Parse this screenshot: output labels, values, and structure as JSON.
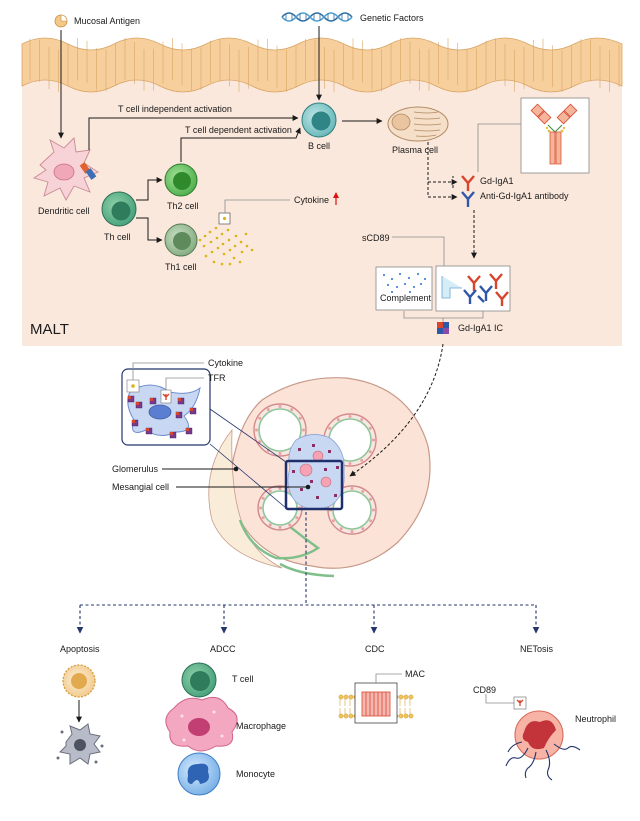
{
  "labels": {
    "mucosal_antigen": "Mucosal Antigen",
    "genetic_factors": "Genetic Factors",
    "t_independent": "T cell independent activation",
    "t_dependent": "T cell dependent activation",
    "b_cell": "B cell",
    "plasma_cell": "Plasma cell",
    "dendritic_cell": "Dendritic cell",
    "th_cell": "Th cell",
    "th2_cell": "Th2 cell",
    "th1_cell": "Th1 cell",
    "cytokine_top": "Cytokine",
    "gd_iga1": "Gd-IgA1",
    "anti_gd_iga1": "Anti-Gd-IgA1 antibody",
    "scd89": "sCD89",
    "complement": "Complement",
    "gd_iga1_ic": "Gd-IgA1 IC",
    "malt": "MALT",
    "cytokine_kidney": "Cytokine",
    "tfr": "TFR",
    "glomerulus": "Glomerulus",
    "mesangial_cell": "Mesangial cell",
    "apoptosis": "Apoptosis",
    "adcc": "ADCC",
    "cdc": "CDC",
    "netosis": "NETosis",
    "t_cell": "T cell",
    "macrophage": "Macrophage",
    "monocyte": "Monocyte",
    "mac": "MAC",
    "cd89": "CD89",
    "neutrophil": "Neutrophil"
  },
  "colors": {
    "tissue_bg": "#fbe8dc",
    "epithelium": "#f6cf9c",
    "b_cell": "#4fa7a8",
    "th_cell": "#3f9d78",
    "th2_cell": "#46a843",
    "th1_cell": "#7ea77c",
    "dendritic_cell": "#f4c6cc",
    "iga_red": "#d7462c",
    "iga_blue": "#3158a8",
    "cytokine_dot": "#d8b414",
    "arrow_up": "#e01010",
    "kidney_fill": "#fbe3d8",
    "mesangial_box": "#1f2f6b",
    "apoptosis_cell": "#e5b15a",
    "macrophage": "#ef82a6",
    "monocyte": "#6ea9e3",
    "neutrophil": "#ef7a6c"
  },
  "icons": [
    "mucosal-antigen-icon",
    "dna-helix-icon",
    "cytokine-increase-arrow-icon"
  ]
}
